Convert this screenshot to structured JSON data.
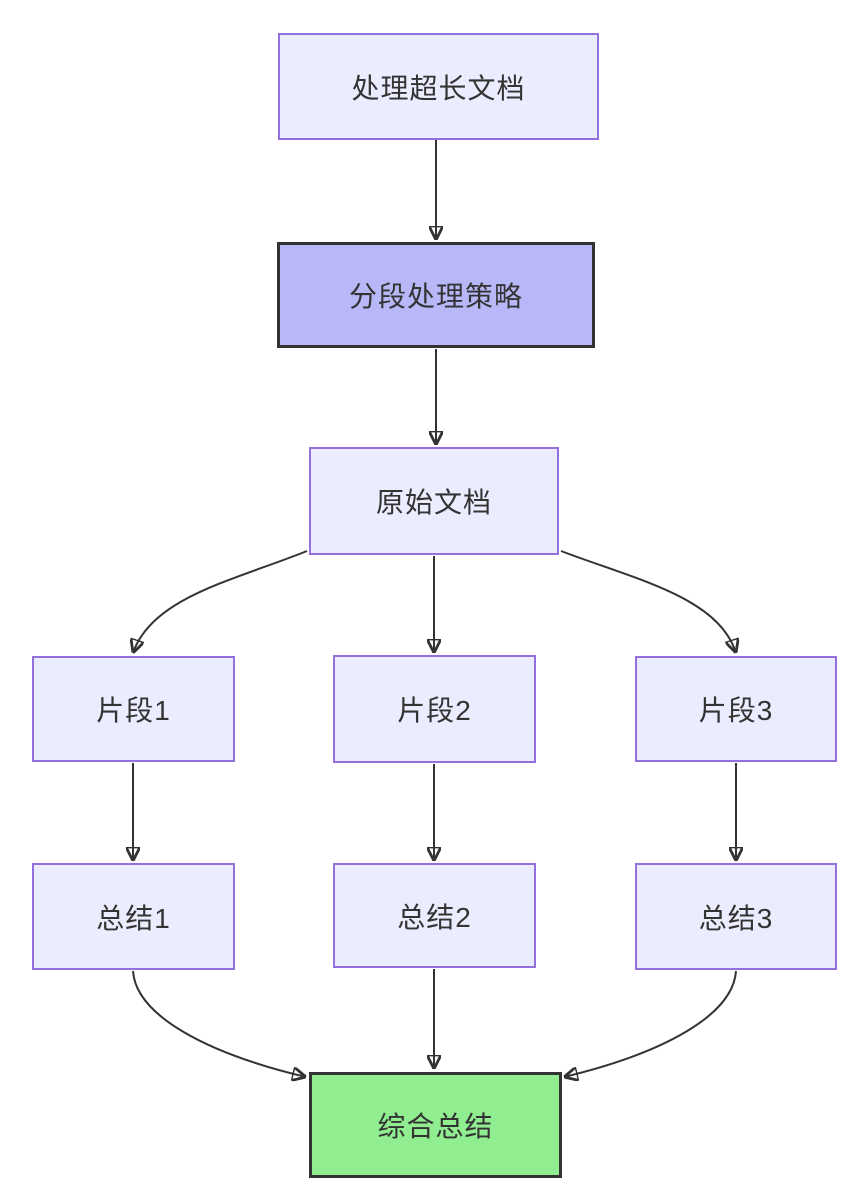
{
  "diagram": {
    "type": "flowchart",
    "direction": "top-down",
    "nodes": [
      {
        "id": "A",
        "label": "处理超长文档",
        "style": "default"
      },
      {
        "id": "B",
        "label": "分段处理策略",
        "style": "highlight"
      },
      {
        "id": "C",
        "label": "原始文档",
        "style": "default"
      },
      {
        "id": "D",
        "label": "片段1",
        "style": "default"
      },
      {
        "id": "E",
        "label": "片段2",
        "style": "default"
      },
      {
        "id": "F",
        "label": "片段3",
        "style": "default"
      },
      {
        "id": "G",
        "label": "总结1",
        "style": "default"
      },
      {
        "id": "H",
        "label": "总结2",
        "style": "default"
      },
      {
        "id": "I",
        "label": "总结3",
        "style": "default"
      },
      {
        "id": "J",
        "label": "综合总结",
        "style": "success"
      }
    ],
    "edges": [
      {
        "from": "处理超长文档",
        "to": "分段处理策略"
      },
      {
        "from": "分段处理策略",
        "to": "原始文档"
      },
      {
        "from": "原始文档",
        "to": "片段1"
      },
      {
        "from": "原始文档",
        "to": "片段2"
      },
      {
        "from": "原始文档",
        "to": "片段3"
      },
      {
        "from": "片段1",
        "to": "总结1"
      },
      {
        "from": "片段2",
        "to": "总结2"
      },
      {
        "from": "片段3",
        "to": "总结3"
      },
      {
        "from": "总结1",
        "to": "综合总结"
      },
      {
        "from": "总结2",
        "to": "综合总结"
      },
      {
        "from": "总结3",
        "to": "综合总结"
      }
    ],
    "colors": {
      "node_fill": "#ECECFF",
      "node_border": "#9370DB",
      "highlight_fill": "#B8B8F8",
      "highlight_border": "#333333",
      "success_fill": "#90EE90",
      "success_border": "#333333",
      "edge": "#333333",
      "text": "#333333",
      "background": "#FFFFFF"
    }
  }
}
